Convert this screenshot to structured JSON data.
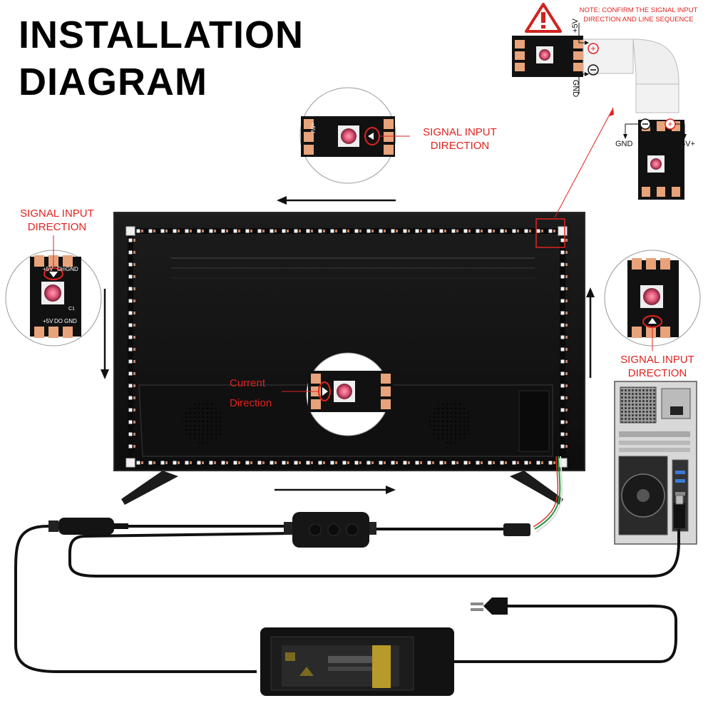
{
  "title": {
    "line1": "INSTALLATION",
    "line2": "DIAGRAM"
  },
  "note": {
    "line1": "NOTE: CONFIRM THE SIGNAL INPUT",
    "line2": "DIRECTION AND LINE SEQUENCE"
  },
  "labels": {
    "signal_top": [
      "SIGNAL INPUT",
      "DIRECTION"
    ],
    "signal_left": [
      "SIGNAL INPUT",
      "DIRECTION"
    ],
    "signal_right": [
      "SIGNAL INPUT",
      "DIRECTION"
    ],
    "current": [
      "Current",
      "Direction"
    ]
  },
  "connector": {
    "plus_5v": "+5V",
    "gnd": "GND",
    "gnd_bottom": "GND",
    "five_v_plus": "5V+"
  },
  "pins": {
    "plus5v": "+5V",
    "din": "Din",
    "gnd": "GND",
    "do": "DO",
    "cap": "C1"
  },
  "colors": {
    "label_red": "#e0231f",
    "strip_black": "#111111",
    "pad_copper": "#e8a37a",
    "tv_black": "#161616"
  }
}
